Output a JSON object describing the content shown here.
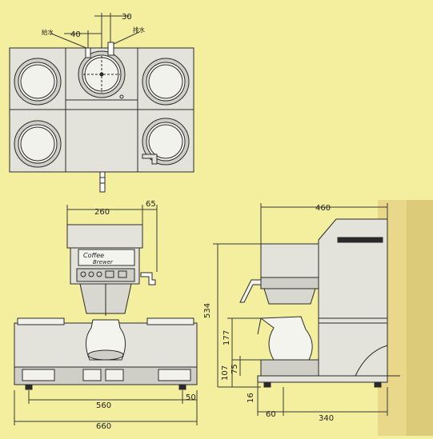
{
  "colors": {
    "paper": "#f3ef9e",
    "machine_body": "#e3e3dc",
    "machine_shadow": "#b9b9b0",
    "line": "#2a2a2a",
    "dim_line": "#3a3a3a",
    "right_page_edge": "#e9d88a"
  },
  "top_view": {
    "dims": {
      "d30": "30",
      "d40": "40"
    },
    "labels": {
      "supply": "給水",
      "drain": "排水"
    },
    "burners": [
      "top-left",
      "top-center",
      "top-right",
      "bottom-left",
      "bottom-right"
    ]
  },
  "front_view": {
    "logo": {
      "line1": "Coffee",
      "line2": "Brewer"
    },
    "dims": {
      "d260": "260",
      "d65": "65",
      "d560": "560",
      "d50": "50",
      "d660": "660"
    }
  },
  "side_view": {
    "dims": {
      "d460": "460",
      "d534": "534",
      "d177": "177",
      "d75": "75",
      "d107": "107",
      "d16": "16",
      "d60": "60",
      "d340": "340"
    }
  }
}
